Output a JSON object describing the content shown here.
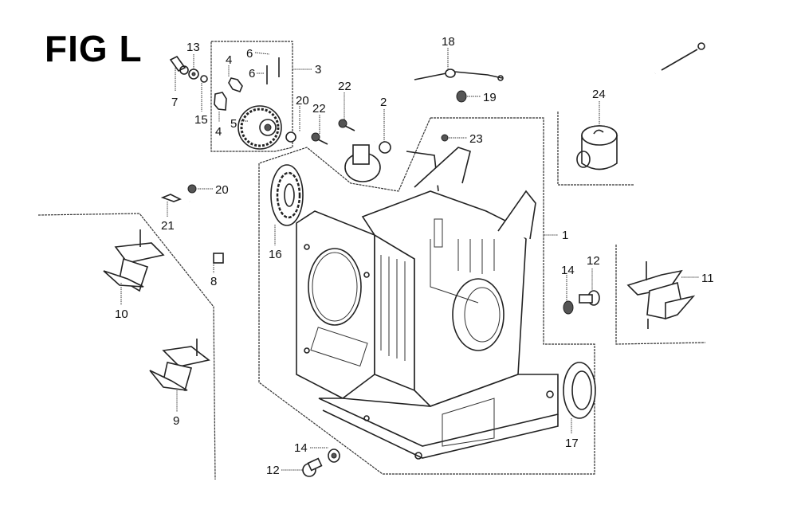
{
  "figure": {
    "title": "FIG L",
    "description": "Engine crankcase exploded parts diagram"
  },
  "callouts": {
    "c1": "1",
    "c2": "2",
    "c3": "3",
    "c4a": "4",
    "c4b": "4",
    "c5": "5",
    "c6a": "6",
    "c6b": "6",
    "c7": "7",
    "c8": "8",
    "c9": "9",
    "c10": "10",
    "c11": "11",
    "c12a": "12",
    "c12b": "12",
    "c13": "13",
    "c14a": "14",
    "c14b": "14",
    "c15": "15",
    "c16": "16",
    "c17": "17",
    "c18": "18",
    "c19": "19",
    "c20a": "20",
    "c20b": "20",
    "c21": "21",
    "c22a": "22",
    "c22b": "22",
    "c23": "23",
    "c24": "24"
  }
}
